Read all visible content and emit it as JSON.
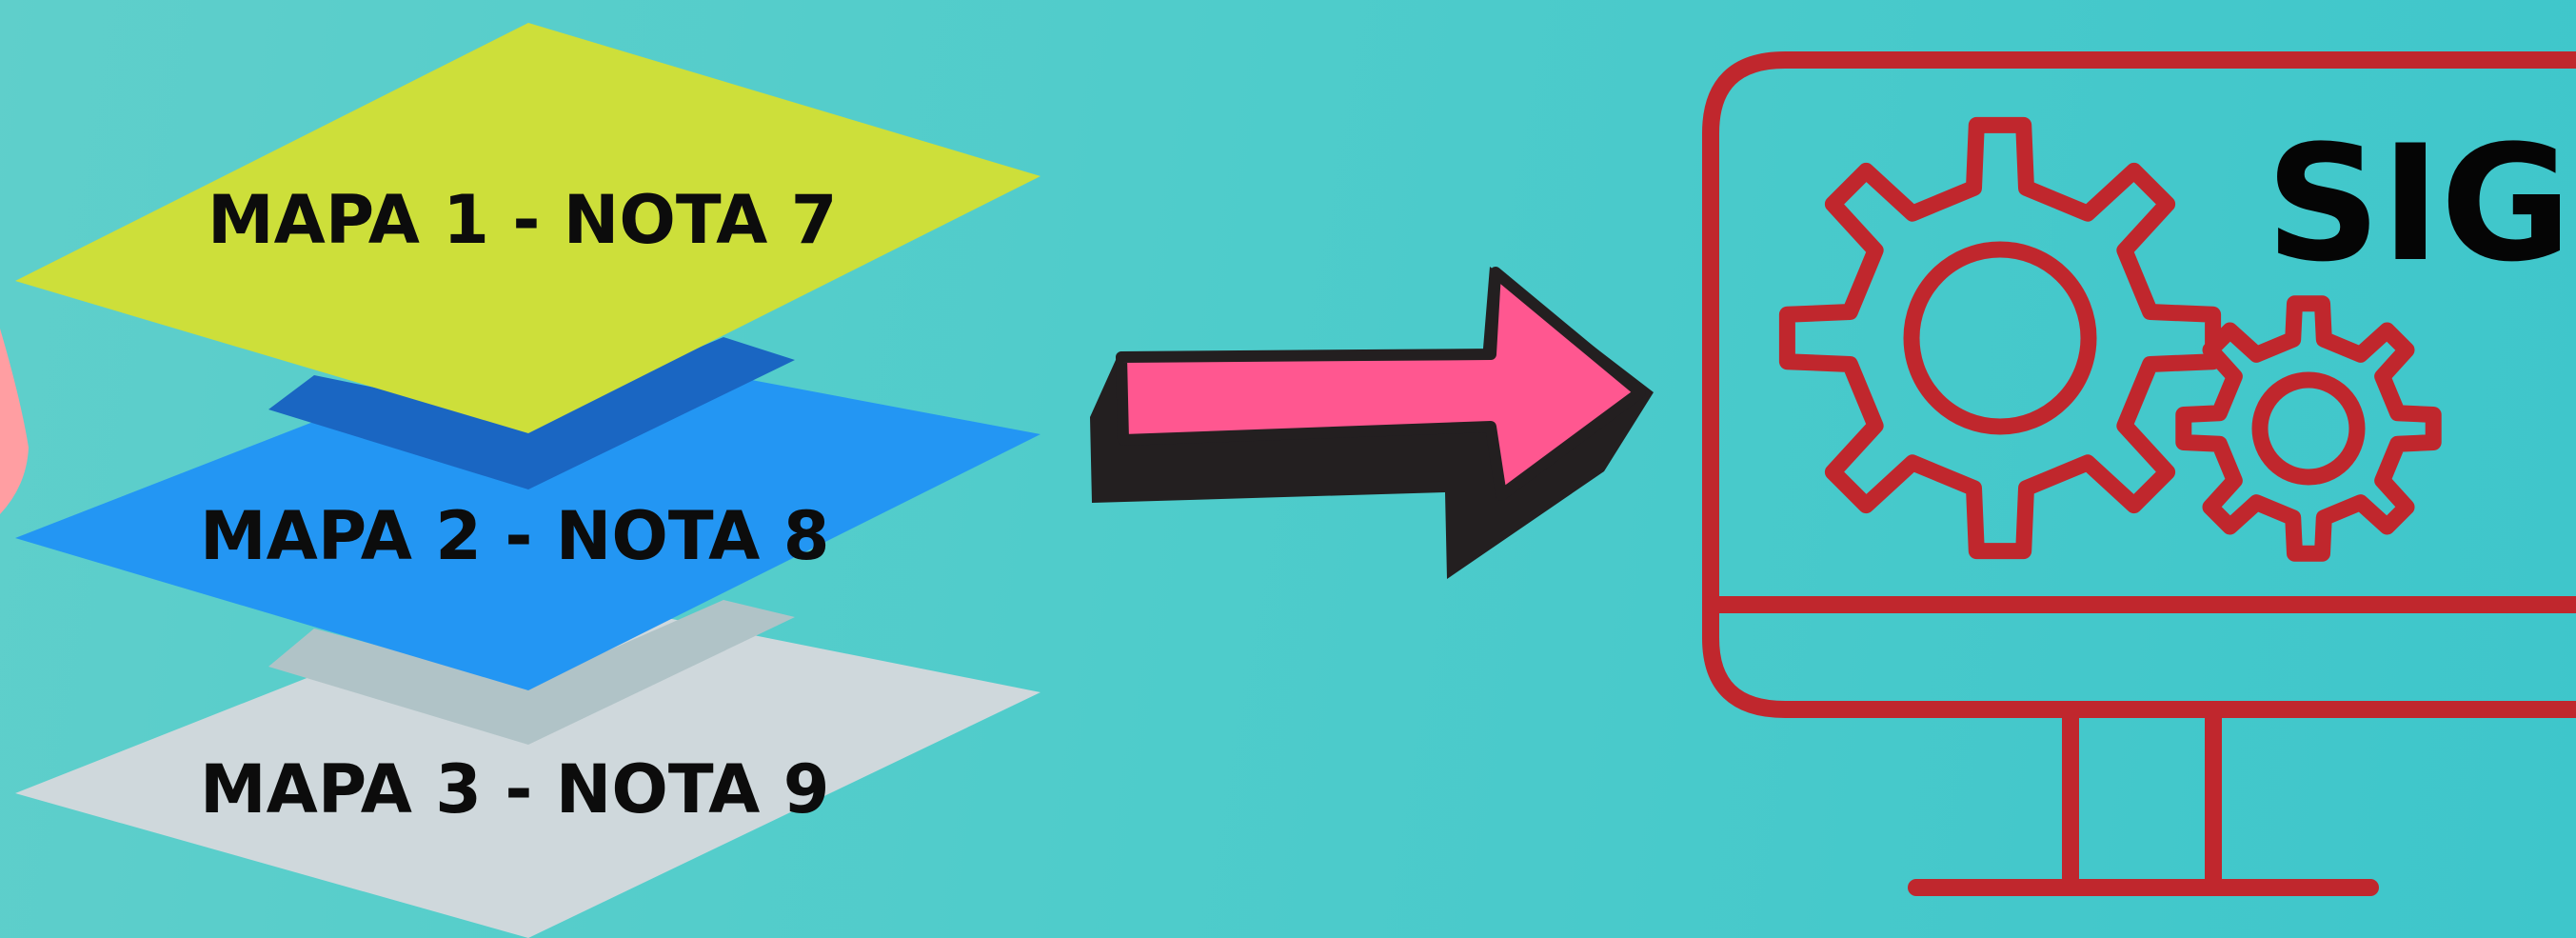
{
  "layers": [
    {
      "label": "MAPA 1 - NOTA 7",
      "color": "#cddf3a",
      "shadow": "#1a66c2"
    },
    {
      "label": "MAPA 2 - NOTA 8",
      "color": "#2396f3",
      "shadow": "#b0c3c7"
    },
    {
      "label": "MAPA 3 - NOTA 9",
      "color": "#cfd8dc"
    }
  ],
  "arrow": {
    "fill": "#ff5790",
    "outline": "#231f20",
    "icon": "arrow-right-icon"
  },
  "system": {
    "label": "SIG",
    "icons": [
      "monitor-icon",
      "large-gear-icon",
      "small-gear-icon"
    ],
    "stroke_color": "#c0272d"
  },
  "colors": {
    "background_left": "#5fcfcb",
    "background_right": "#3ec6cb",
    "edge_accent": "#ff9ea2"
  }
}
